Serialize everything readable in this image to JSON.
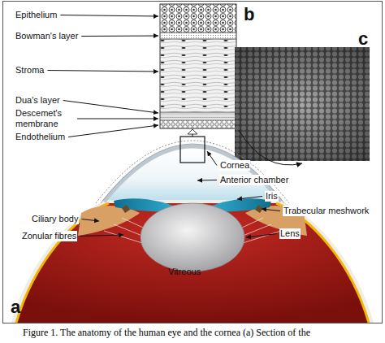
{
  "diagram": {
    "caption": "Figure 1. The anatomy of the human eye and the cornea (a) Section of the",
    "labels": [
      "Epithelium",
      "b",
      "Bowman's layer",
      "Stroma",
      "c",
      "Dua's layer",
      "Descemet's membrane",
      "Endothelium",
      "Cornea",
      "Anterior chamber",
      "Iris",
      "Ciliary body",
      "Trabecular meshwork",
      "Zonular fibres",
      "Lens",
      "Vitreous",
      "a"
    ]
  }
}
